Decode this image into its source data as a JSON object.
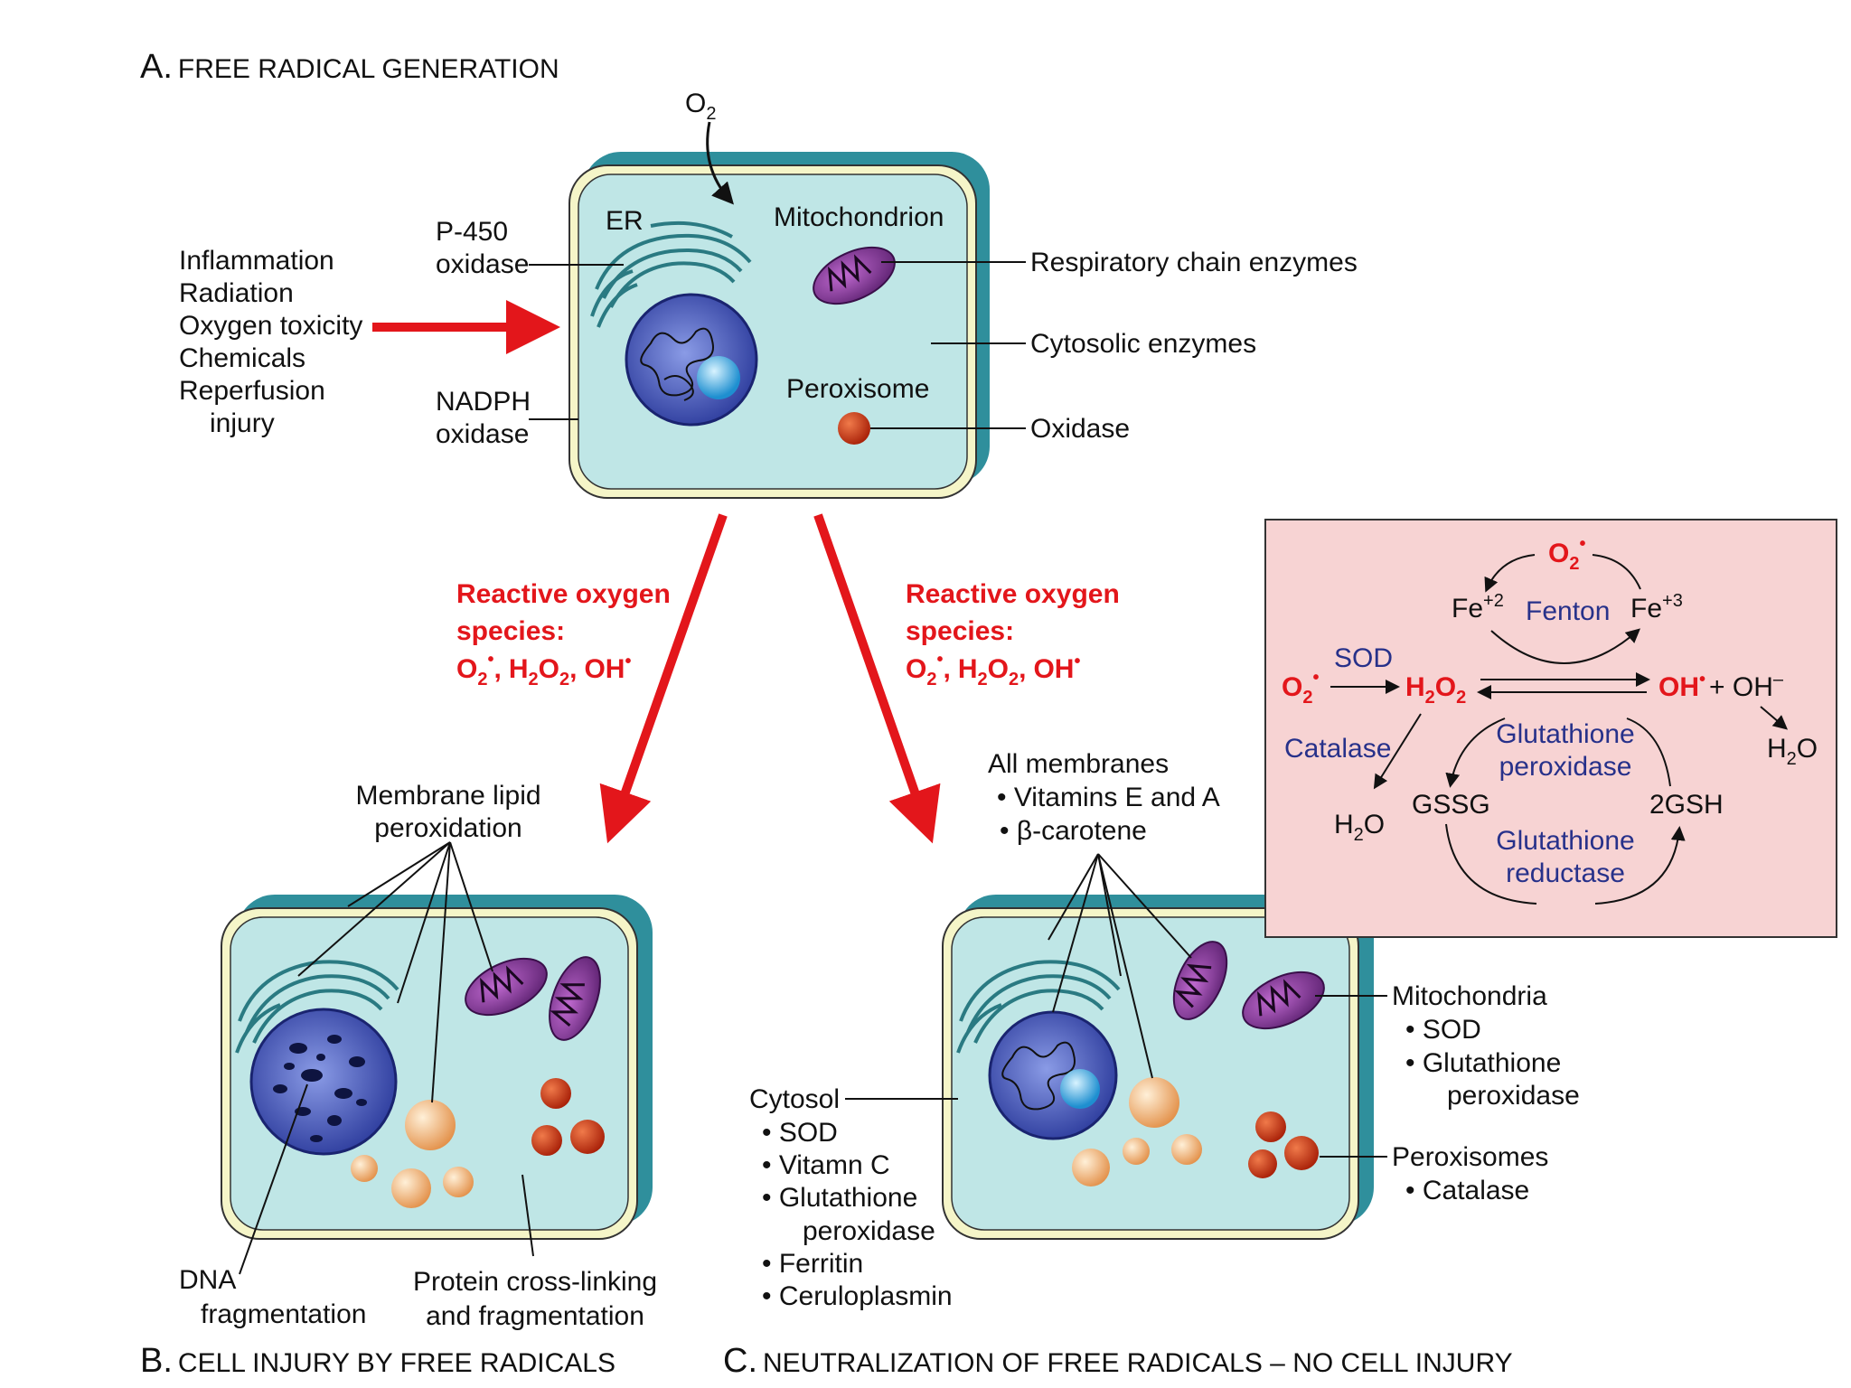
{
  "sections": {
    "a": {
      "letter": "A.",
      "title": "FREE RADICAL GENERATION"
    },
    "b": {
      "letter": "B.",
      "title": "CELL INJURY BY FREE RADICALS"
    },
    "c": {
      "letter": "C.",
      "title": "NEUTRALIZATION OF FREE RADICALS – NO CELL INJURY"
    }
  },
  "panel_a": {
    "o2": "O",
    "o2_sub": "2",
    "causes": [
      "Inflammation",
      "Radiation",
      "Oxygen toxicity",
      "Chemicals",
      "Reperfusion",
      "injury"
    ],
    "er": "ER",
    "p450": [
      "P-450",
      "oxidase"
    ],
    "nadph": [
      "NADPH",
      "oxidase"
    ],
    "mitochondrion": "Mitochondrion",
    "peroxisome": "Peroxisome",
    "respiratory": "Respiratory chain enzymes",
    "cytosolic": "Cytosolic enzymes",
    "oxidase": "Oxidase"
  },
  "ros": {
    "line1": "Reactive oxygen",
    "line2": "species:",
    "o2": "O",
    "o2_sub": "2",
    "o2_sup": "•",
    "h2o2": "H",
    "h2o2_sub1": "2",
    "h2o2_o": "O",
    "h2o2_sub2": "2",
    "oh": "OH",
    "oh_sup": "•",
    "comma": ","
  },
  "panel_b": {
    "membrane": [
      "Membrane lipid",
      "peroxidation"
    ],
    "dna": [
      "DNA",
      "fragmentation"
    ],
    "protein": [
      "Protein cross-linking",
      "and fragmentation"
    ]
  },
  "panel_c": {
    "all_membranes": "All membranes",
    "vit_ea": "• Vitamins E and A",
    "beta": "• β-carotene",
    "cytosol": "Cytosol",
    "cytosol_items": [
      "• SOD",
      "• Vitamn C",
      "• Glutathione",
      "peroxidase",
      "• Ferritin",
      "• Ceruloplasmin"
    ],
    "mito": "Mitochondria",
    "mito_items": [
      "• SOD",
      "• Glutathione",
      "peroxidase"
    ],
    "perox": "Peroxisomes",
    "perox_items": [
      "• Catalase"
    ]
  },
  "box": {
    "o2_top": "O",
    "fe2": "Fe",
    "fe2_sup": "+2",
    "fenton": "Fenton",
    "fe3": "Fe",
    "fe3_sup": "+3",
    "sod": "SOD",
    "o2_left": "O",
    "h2o2": "H",
    "oh_text": "OH",
    "plus_oh": "+ OH",
    "minus": "–",
    "h2o_right": "H",
    "catalase": "Catalase",
    "gp": [
      "Glutathione",
      "peroxidase"
    ],
    "gssg": "GSSG",
    "two_gsh": "2GSH",
    "h2o_left": "H",
    "gr": [
      "Glutathione",
      "reductase"
    ],
    "two": "2",
    "o": "O",
    "dot": "•"
  },
  "colors": {
    "red": "#e3161b",
    "cell_fill": "#bfe6e6",
    "cell_shadow": "#2f8f9c",
    "box_fill": "#f7d3d3",
    "blue_text": "#27318a"
  }
}
